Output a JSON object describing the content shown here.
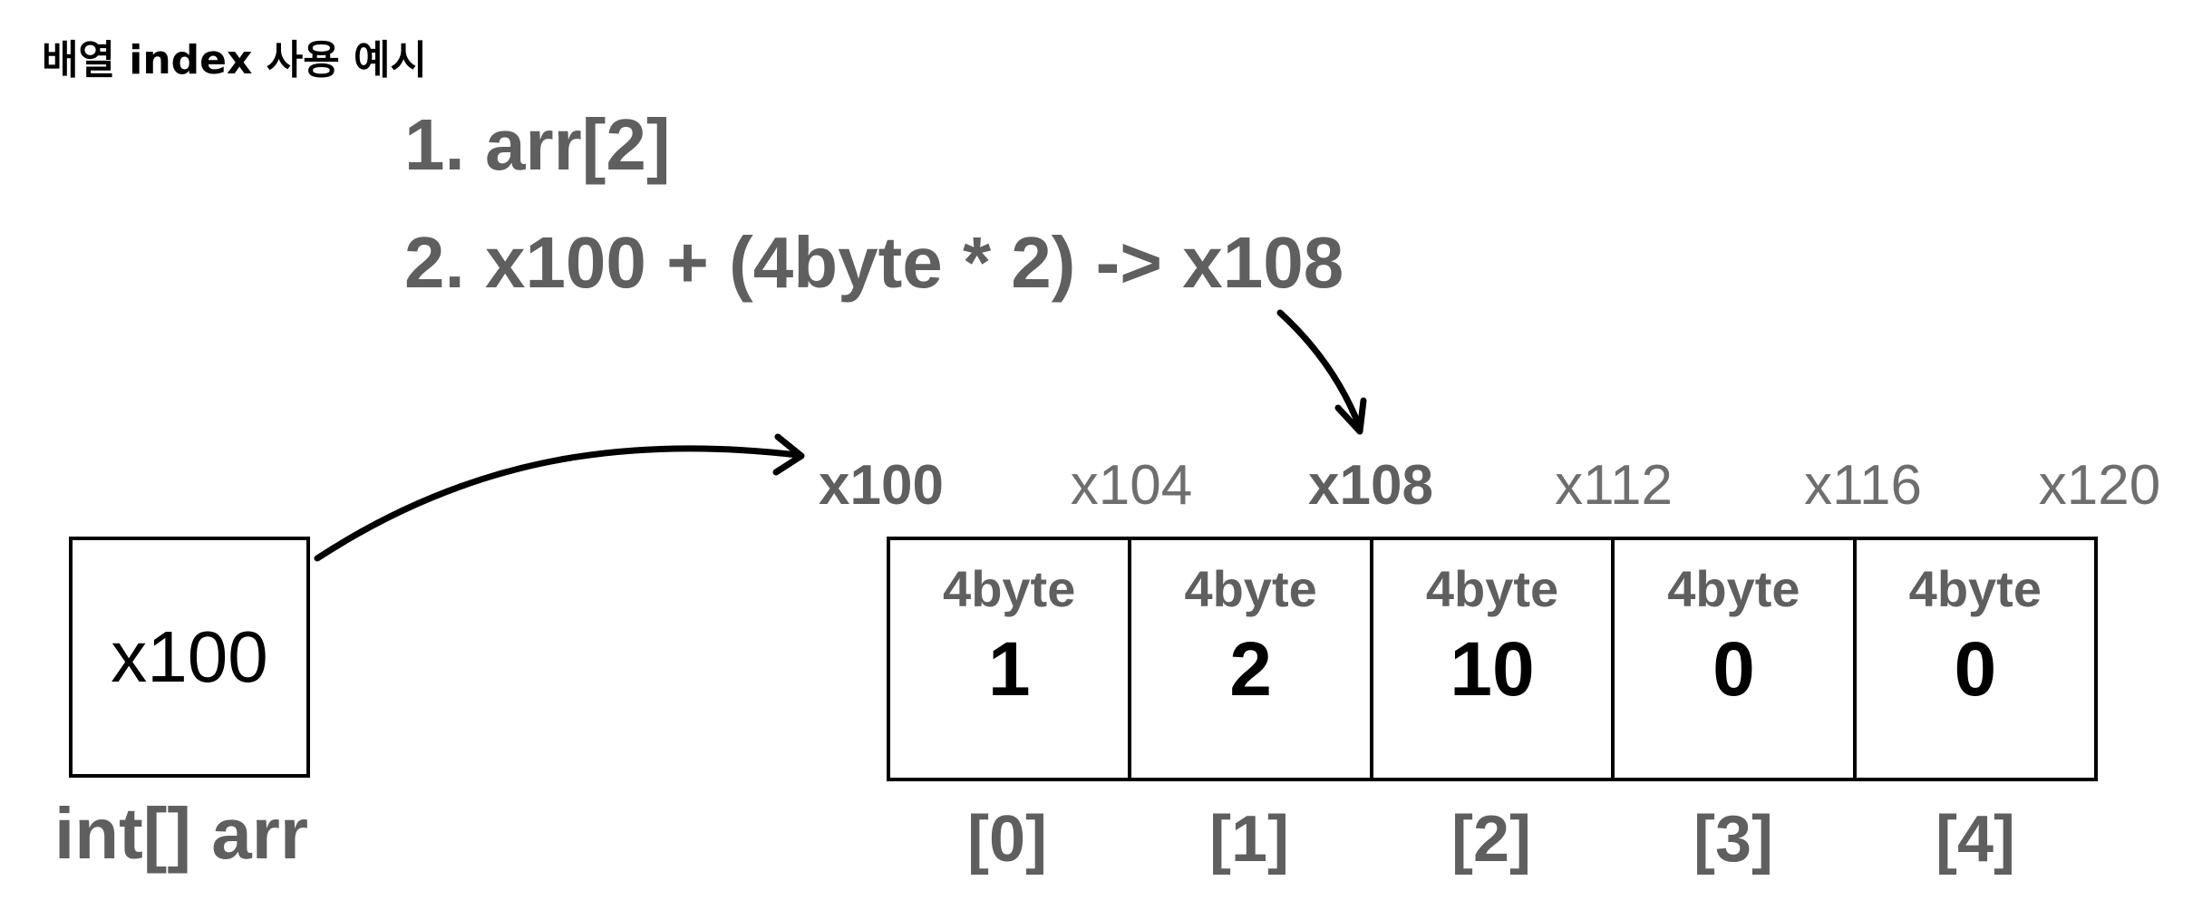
{
  "title": "배열 index 사용 예시",
  "steps": {
    "step1": "1. arr[2]",
    "step2": "2. x100 + (4byte * 2) -> x108"
  },
  "variable": {
    "value": "x100",
    "label": "int[] arr"
  },
  "addresses": [
    "x100",
    "x104",
    "x108",
    "x112",
    "x116",
    "x120"
  ],
  "cells": [
    {
      "size": "4byte",
      "value": "1",
      "index": "[0]"
    },
    {
      "size": "4byte",
      "value": "2",
      "index": "[1]"
    },
    {
      "size": "4byte",
      "value": "10",
      "index": "[2]"
    },
    {
      "size": "4byte",
      "value": "0",
      "index": "[3]"
    },
    {
      "size": "4byte",
      "value": "0",
      "index": "[4]"
    }
  ],
  "colors": {
    "text_gray": "#5f5f5f",
    "line": "#000000"
  }
}
